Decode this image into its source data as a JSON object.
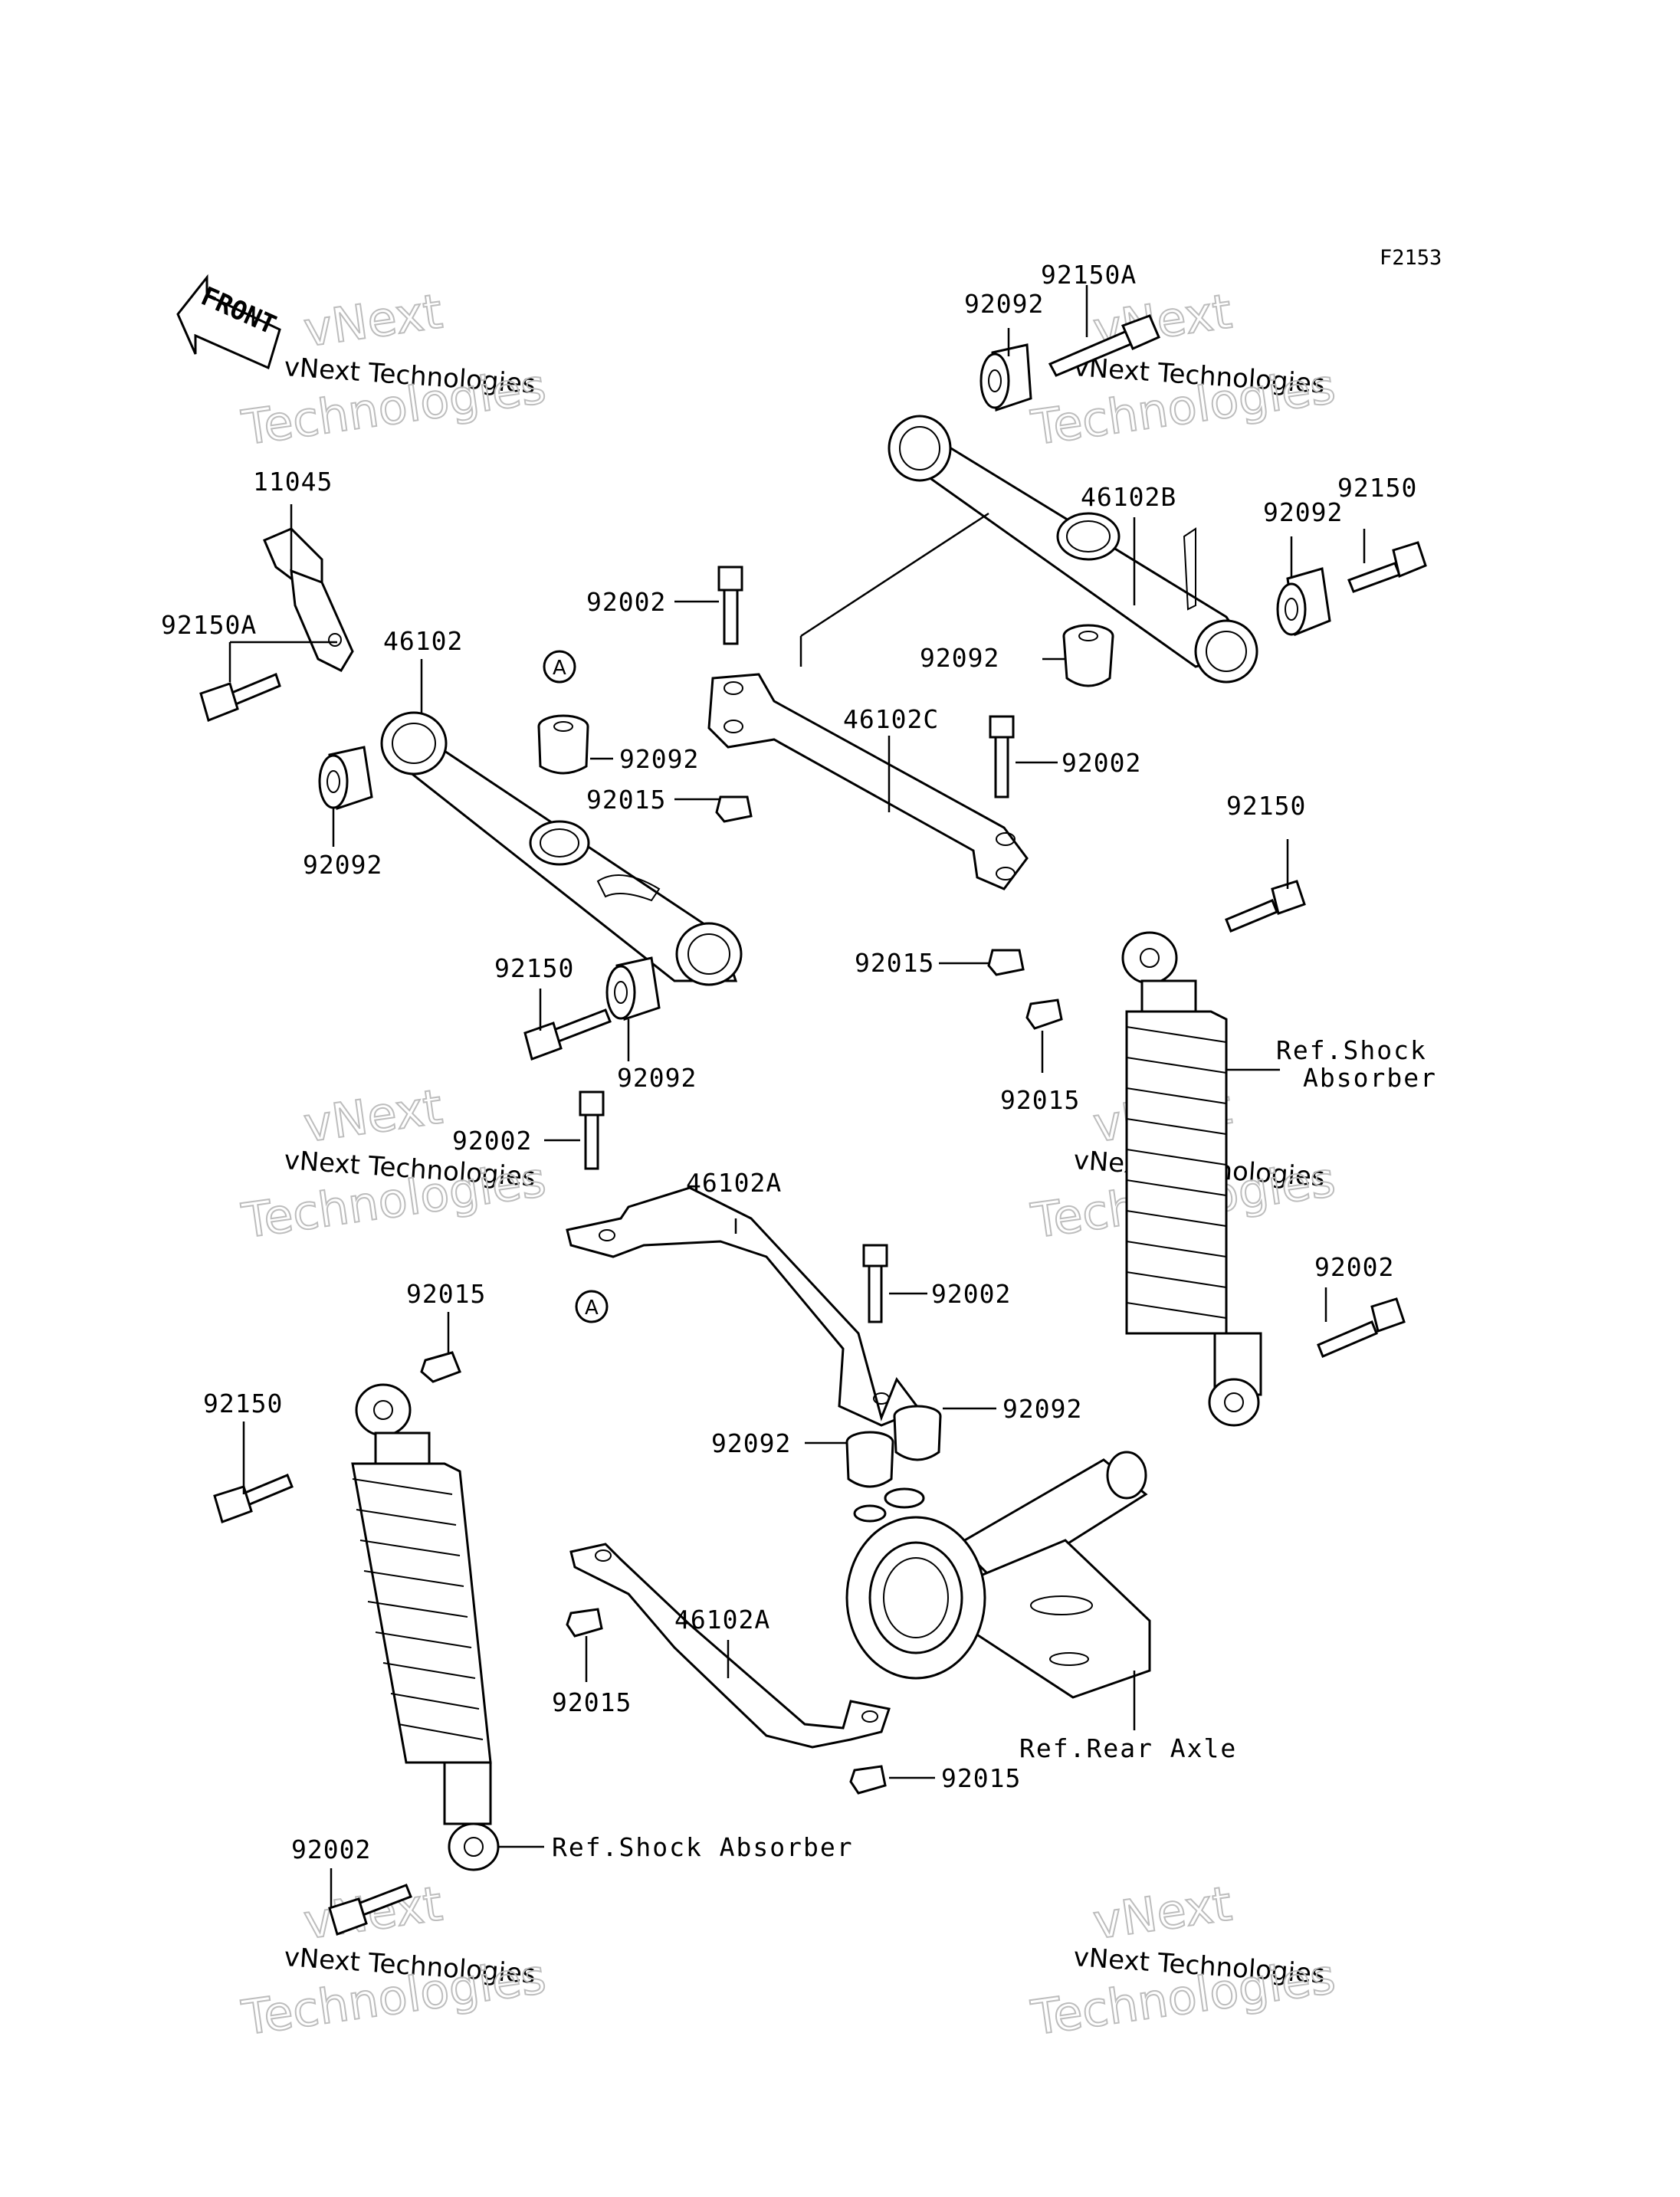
{
  "figure_code": "F2153",
  "front_marker": "FRONT",
  "ref_marker": "A",
  "watermark": {
    "line1": "vNext",
    "line2": "vNext Technologies",
    "line3": "Technologies"
  },
  "labels": {
    "p92150A_top": "92150A",
    "p92092_top": "92092",
    "p46102B": "46102B",
    "p92150_tr": "92150",
    "p92092_tr": "92092",
    "p11045": "11045",
    "p92002_a": "92002",
    "p92092_mid_r": "92092",
    "p92150A_left": "92150A",
    "p46102": "46102",
    "p92092_a": "92092",
    "p46102C": "46102C",
    "p92002_b": "92002",
    "p92015_a": "92015",
    "p92092_left": "92092",
    "p92150_right": "92150",
    "p92015_b": "92015",
    "p92150_mid": "92150",
    "p92092_mid": "92092",
    "p92015_c": "92015",
    "ref_shock_right": "Ref.Shock",
    "ref_shock_right2": "Absorber",
    "p92002_c": "92002",
    "p46102A_top": "46102A",
    "p92002_d": "92002",
    "p92002_e": "92002",
    "p92015_d": "92015",
    "p92092_b": "92092",
    "p92092_c": "92092",
    "p92150_left": "92150",
    "p46102A_bot": "46102A",
    "p92015_e": "92015",
    "ref_rear_axle": "Ref.Rear Axle",
    "p92015_f": "92015",
    "p92002_f": "92002",
    "ref_shock_left": "Ref.Shock Absorber"
  }
}
